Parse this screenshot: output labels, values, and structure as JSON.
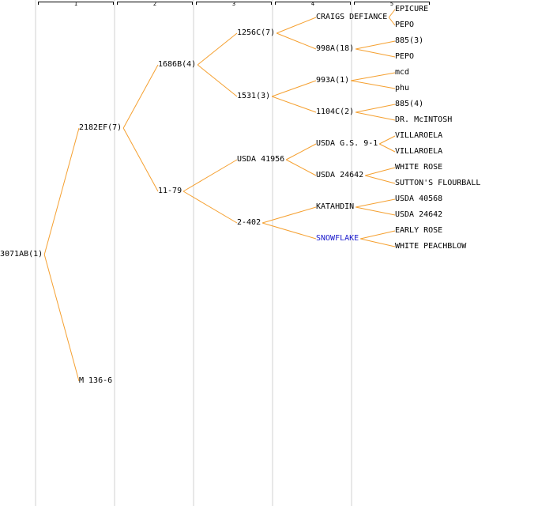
{
  "colors": {
    "link": "#f5a030",
    "text": "#000000",
    "highlight": "#1a1acc",
    "separator": "#e8e8e8"
  },
  "columns": [
    "1",
    "2",
    "3",
    "4",
    "5"
  ],
  "tree": {
    "label": "3071AB(1)",
    "children": [
      {
        "label": "2182EF(7)",
        "children": [
          {
            "label": "1686B(4)",
            "children": [
              {
                "label": "1256C(7)",
                "children": [
                  {
                    "label": "CRAIGS DEFIANCE",
                    "children": [
                      {
                        "label": "EPICURE"
                      },
                      {
                        "label": "PEPO"
                      }
                    ]
                  },
                  {
                    "label": "998A(18)",
                    "children": [
                      {
                        "label": "885(3)"
                      },
                      {
                        "label": "PEPO"
                      }
                    ]
                  }
                ]
              },
              {
                "label": "1531(3)",
                "children": [
                  {
                    "label": "993A(1)",
                    "children": [
                      {
                        "label": "mcd"
                      },
                      {
                        "label": "phu"
                      }
                    ]
                  },
                  {
                    "label": "1104C(2)",
                    "children": [
                      {
                        "label": "885(4)"
                      },
                      {
                        "label": "DR. McINTOSH"
                      }
                    ]
                  }
                ]
              }
            ]
          },
          {
            "label": "11-79",
            "children": [
              {
                "label": "USDA 41956",
                "children": [
                  {
                    "label": "USDA G.S. 9-1",
                    "children": [
                      {
                        "label": "VILLAROELA"
                      },
                      {
                        "label": "VILLAROELA"
                      }
                    ]
                  },
                  {
                    "label": "USDA 24642",
                    "children": [
                      {
                        "label": "WHITE ROSE"
                      },
                      {
                        "label": "SUTTON'S FLOURBALL"
                      }
                    ]
                  }
                ]
              },
              {
                "label": "2-402",
                "children": [
                  {
                    "label": "KATAHDIN",
                    "children": [
                      {
                        "label": "USDA 40568"
                      },
                      {
                        "label": "USDA 24642"
                      }
                    ]
                  },
                  {
                    "label": "SNOWFLAKE",
                    "highlight": true,
                    "children": [
                      {
                        "label": "EARLY ROSE"
                      },
                      {
                        "label": "WHITE PEACHBLOW"
                      }
                    ]
                  }
                ]
              }
            ]
          }
        ]
      },
      {
        "label": "M 136-6"
      }
    ]
  }
}
